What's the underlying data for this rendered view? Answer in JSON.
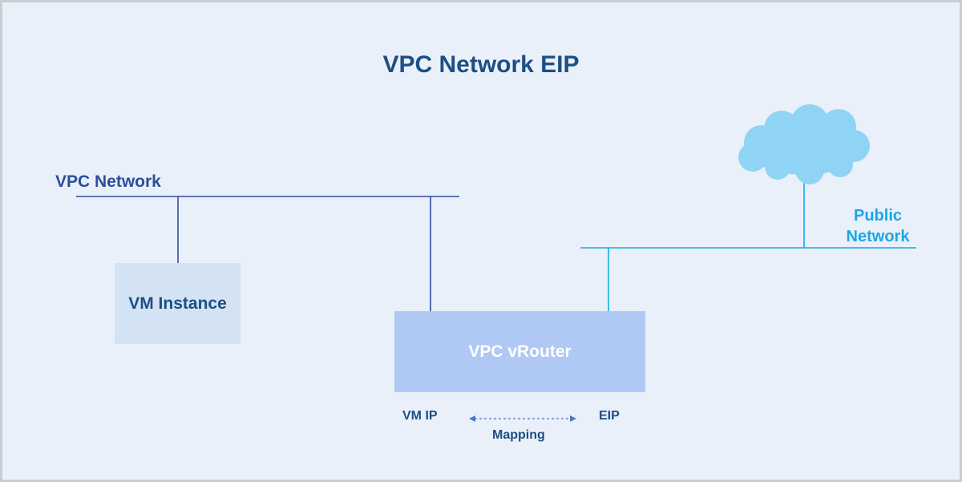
{
  "diagram": {
    "title": "VPC Network EIP",
    "vpc_network_label": "VPC Network",
    "public_network_label": "Public Network",
    "vm_instance_label": "VM Instance",
    "vrouter_label": "VPC vRouter",
    "vm_ip_label": "VM IP",
    "eip_label": "EIP",
    "mapping_label": "Mapping",
    "icons": [
      "cloud-icon"
    ],
    "colors": {
      "background": "#eaf0f9",
      "frame_border": "#c9cdd2",
      "title_text": "#1d4f86",
      "vpc_network_line": "#2d4e9c",
      "public_network_line": "#19a8e8",
      "vm_instance_fill": "#d3e3f4",
      "vrouter_fill": "#b0c8f4",
      "cloud_fill": "#8fd4f5",
      "mapping_arrow": "#4a78c2"
    }
  }
}
